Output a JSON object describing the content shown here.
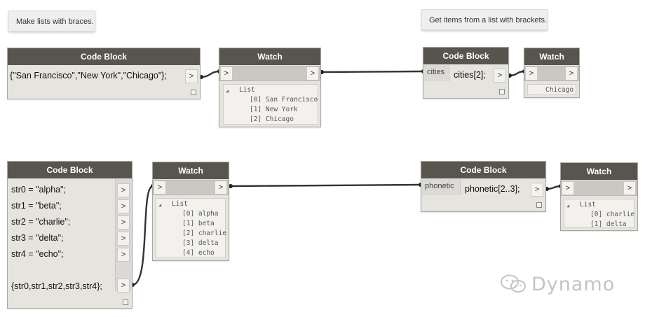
{
  "notes": {
    "braces": "Make lists with braces.",
    "brackets": "Get items from a list with brackets."
  },
  "nodes": {
    "cb1": {
      "title": "Code Block",
      "code": "{\"San Francisco\",\"New York\",\"Chicago\"};",
      "output": ">"
    },
    "w1": {
      "title": "Watch",
      "input": ">",
      "output": ">",
      "list_label": "List",
      "items": [
        "[0] San Francisco",
        "[1] New York",
        "[2] Chicago"
      ]
    },
    "cb2": {
      "title": "Code Block",
      "input_label": "cities",
      "code": "cities[2];",
      "output": ">"
    },
    "w2": {
      "title": "Watch",
      "input": ">",
      "output": ">",
      "value": "Chicago"
    },
    "cb3": {
      "title": "Code Block",
      "lines": [
        "str0 = \"alpha\";",
        "str1 = \"beta\";",
        "str2 = \"charlie\";",
        "str3 = \"delta\";",
        "str4 = \"echo\";"
      ],
      "last_line": "{str0,str1,str2,str3,str4};",
      "output": ">"
    },
    "w3": {
      "title": "Watch",
      "input": ">",
      "output": ">",
      "list_label": "List",
      "items": [
        "[0] alpha",
        "[1] beta",
        "[2] charlie",
        "[3] delta",
        "[4] echo"
      ]
    },
    "cb4": {
      "title": "Code Block",
      "input_label": "phonetic",
      "code": "phonetic[2..3];",
      "output": ">"
    },
    "w4": {
      "title": "Watch",
      "input": ">",
      "output": ">",
      "list_label": "List",
      "items": [
        "[0] charlie",
        "[1] delta"
      ]
    }
  },
  "brand": {
    "name": "Dynamo",
    "icon": "wechat-icon"
  },
  "colors": {
    "header": "#58554f",
    "node_body": "#e6e4df",
    "wire": "#333333"
  }
}
